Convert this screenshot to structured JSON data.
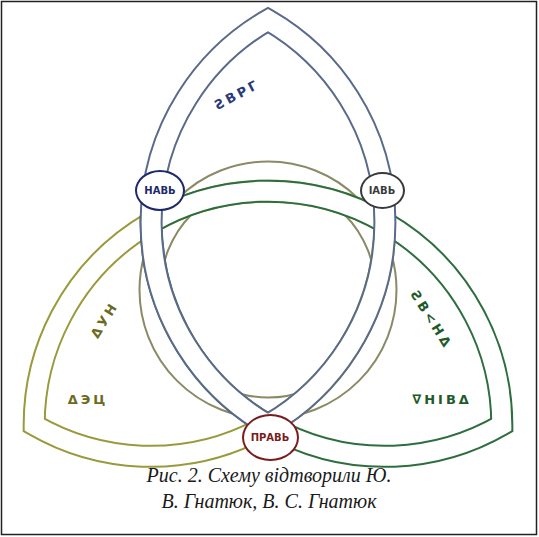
{
  "diagram": {
    "caption": "Рис. 2. Схему відтворили Ю. В. Гнатюк, В. С. Гнатюк",
    "nodes": [
      {
        "text": [
          "НАВЬ"
        ]
      },
      {
        "text": [
          "ІАВЬ"
        ]
      },
      {
        "text": [
          "ПРАВЬ"
        ]
      }
    ],
    "labels": [
      "ƧВРГ",
      "ΔУН",
      "ΔЭЦ",
      "ƧВ<НΔ",
      "∇НІВΔ"
    ]
  }
}
